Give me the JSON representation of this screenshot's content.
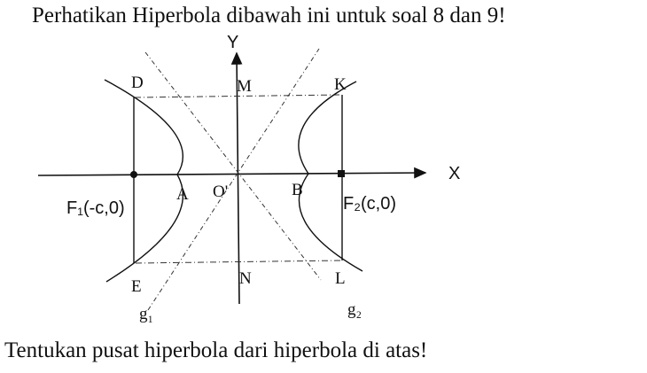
{
  "title": "Perhatikan Hiperbola dibawah ini untuk soal 8 dan 9!",
  "question": "Tentukan pusat hiperbola dari hiperbola di atas!",
  "diagram": {
    "axis_x": "X",
    "axis_y": "Y",
    "points": {
      "D": "D",
      "M": "M",
      "K": "K",
      "A": "A",
      "O": "O'",
      "B": "B",
      "E": "E",
      "N": "N",
      "L": "L"
    },
    "focus1": "F₁(-c,0)",
    "focus2": "F₂(c,0)",
    "asymptote1": "g₁",
    "asymptote2": "g₂"
  }
}
